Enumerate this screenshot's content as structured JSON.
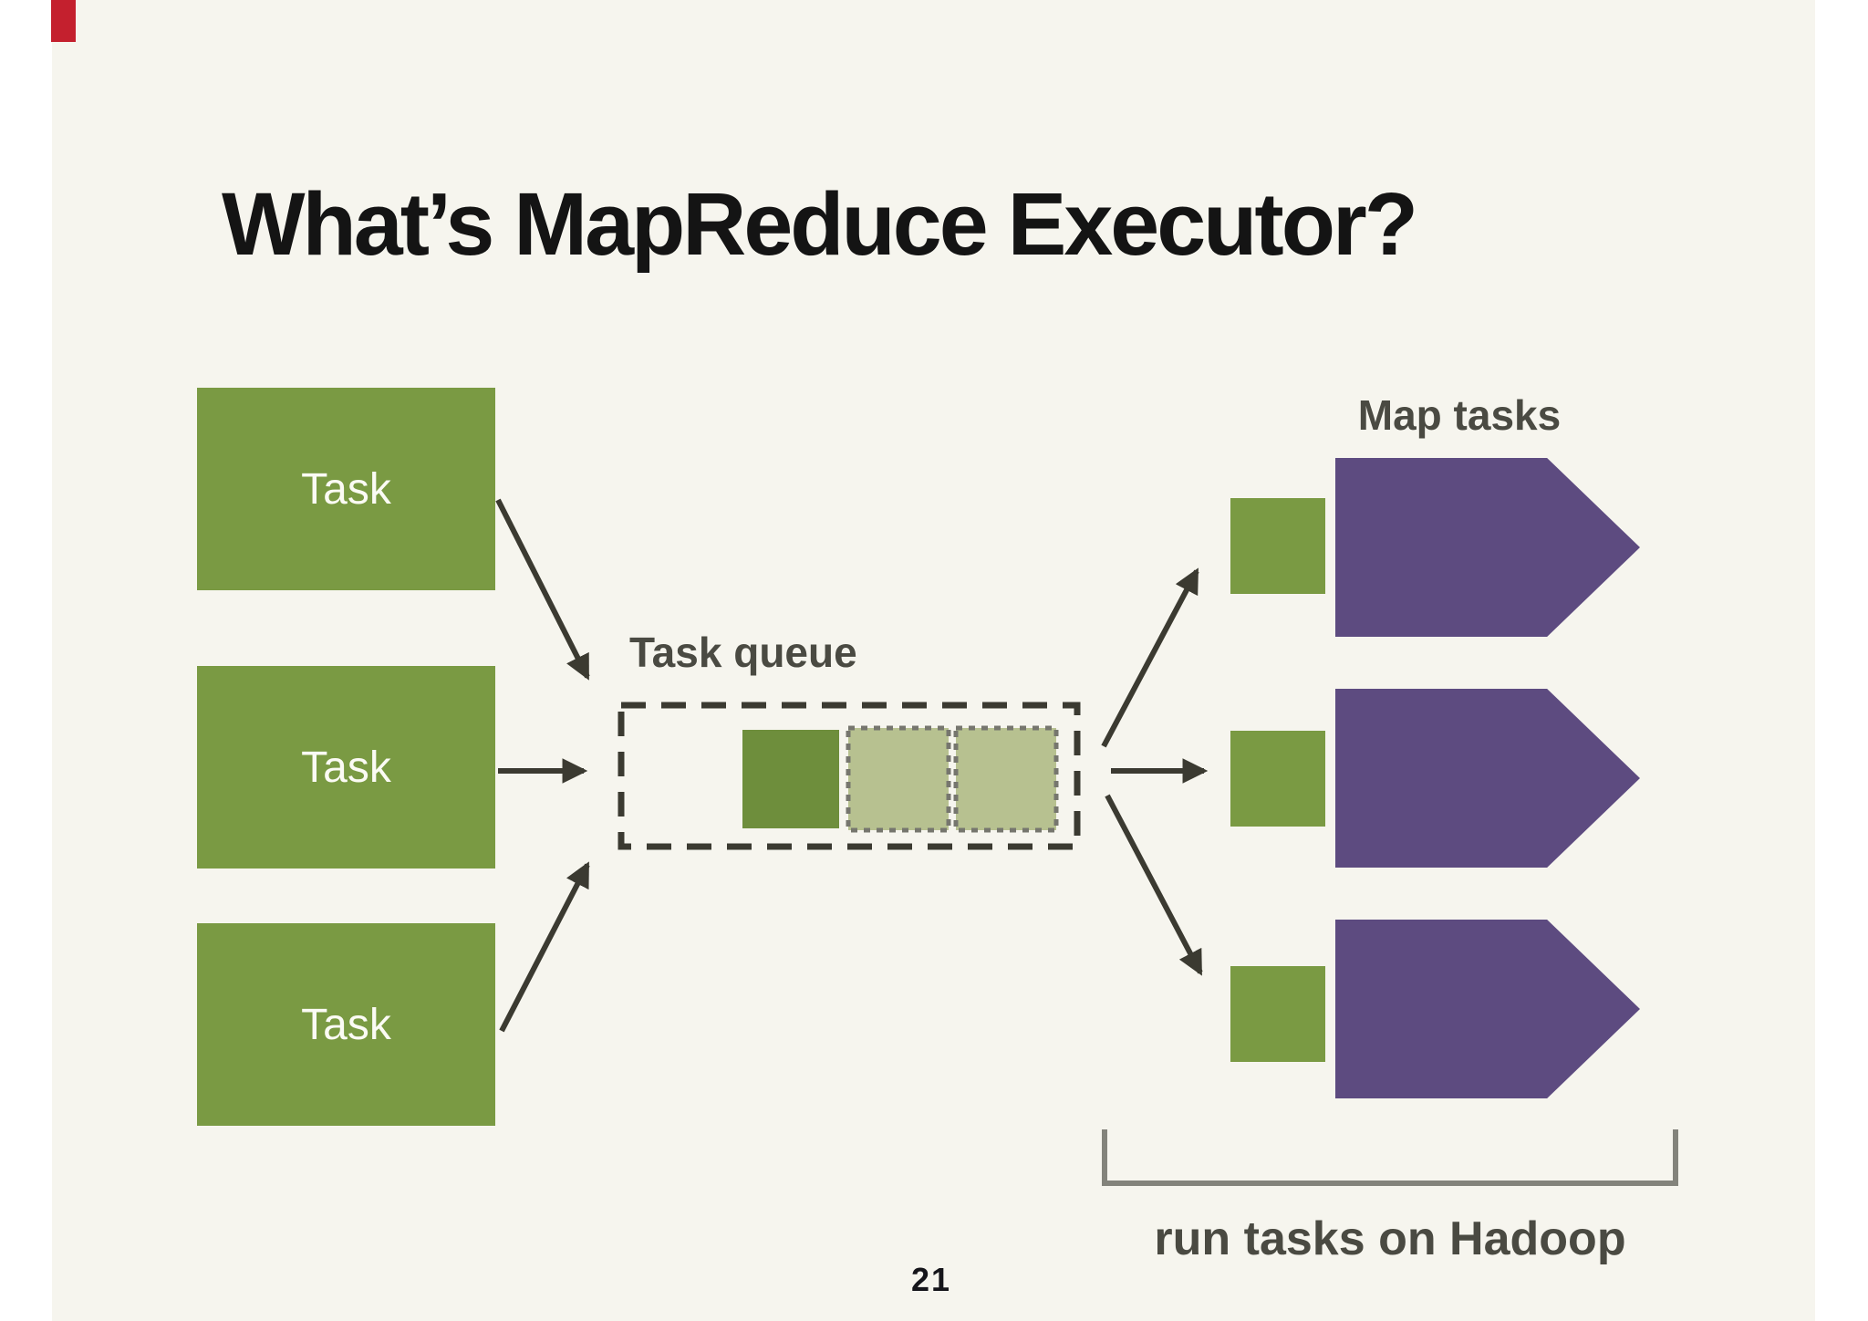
{
  "slide": {
    "title": "What’s MapReduce Executor?",
    "page_number": "21"
  },
  "diagram": {
    "task_boxes": [
      {
        "label": "Task"
      },
      {
        "label": "Task"
      },
      {
        "label": "Task"
      }
    ],
    "queue": {
      "label": "Task queue",
      "solid_slot_count": 1,
      "dotted_slot_count": 2
    },
    "map_tasks_label": "Map tasks",
    "map_arrow_count": 3,
    "bracket_caption": "run tasks on Hadoop"
  },
  "colors": {
    "slide_background": "#f6f5ee",
    "margin_background": "#ffffff",
    "task_green": "#7a9a43",
    "queued_task_green": "#6e8e3c",
    "pending_task_green": "#b7c190",
    "pending_border_gray": "#76766e",
    "purple_arrow": "#5d4b80",
    "connector_dark": "#3b3a31",
    "label_gray": "#4a4a42",
    "bracket_gray": "#83837b",
    "title_black": "#141414",
    "red_tab": "#c4202e"
  }
}
